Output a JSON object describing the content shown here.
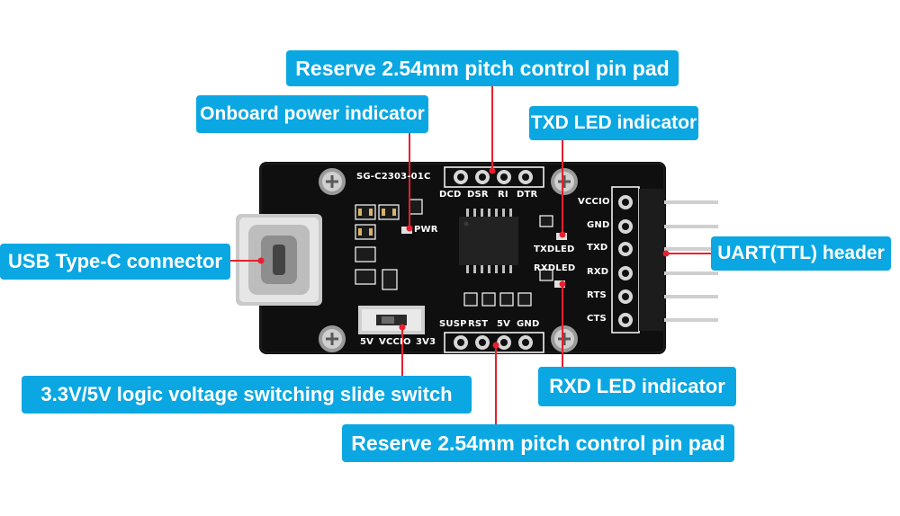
{
  "callouts": {
    "pad_top": "Reserve 2.54mm pitch control pin pad",
    "power_indicator": "Onboard power indicator",
    "txd_led": "TXD LED indicator",
    "usb_c": "USB Type-C connector",
    "uart_header": "UART(TTL) header",
    "voltage_switch": "3.3V/5V logic voltage switching slide switch",
    "rxd_led": "RXD LED indicator",
    "pad_bottom": "Reserve 2.54mm pitch control pin pad"
  },
  "silkscreen": {
    "model": "SG-C2303-01C",
    "pwr": "PWR",
    "txdled": "TXDLED",
    "rxdled": "RXDLED",
    "top_pads": [
      "DCD",
      "DSR",
      "RI",
      "DTR"
    ],
    "bottom_pads": [
      "SUSP",
      "RST",
      "5V",
      "GND"
    ],
    "switch_labels": [
      "5V",
      "VCCIO",
      "3V3"
    ],
    "header_pins": [
      "VCCIO",
      "GND",
      "TXD",
      "RXD",
      "RTS",
      "CTS"
    ]
  },
  "colors": {
    "callout_bg": "#0aa7e2",
    "leader_line": "#e8202e",
    "pcb": "#101010"
  }
}
